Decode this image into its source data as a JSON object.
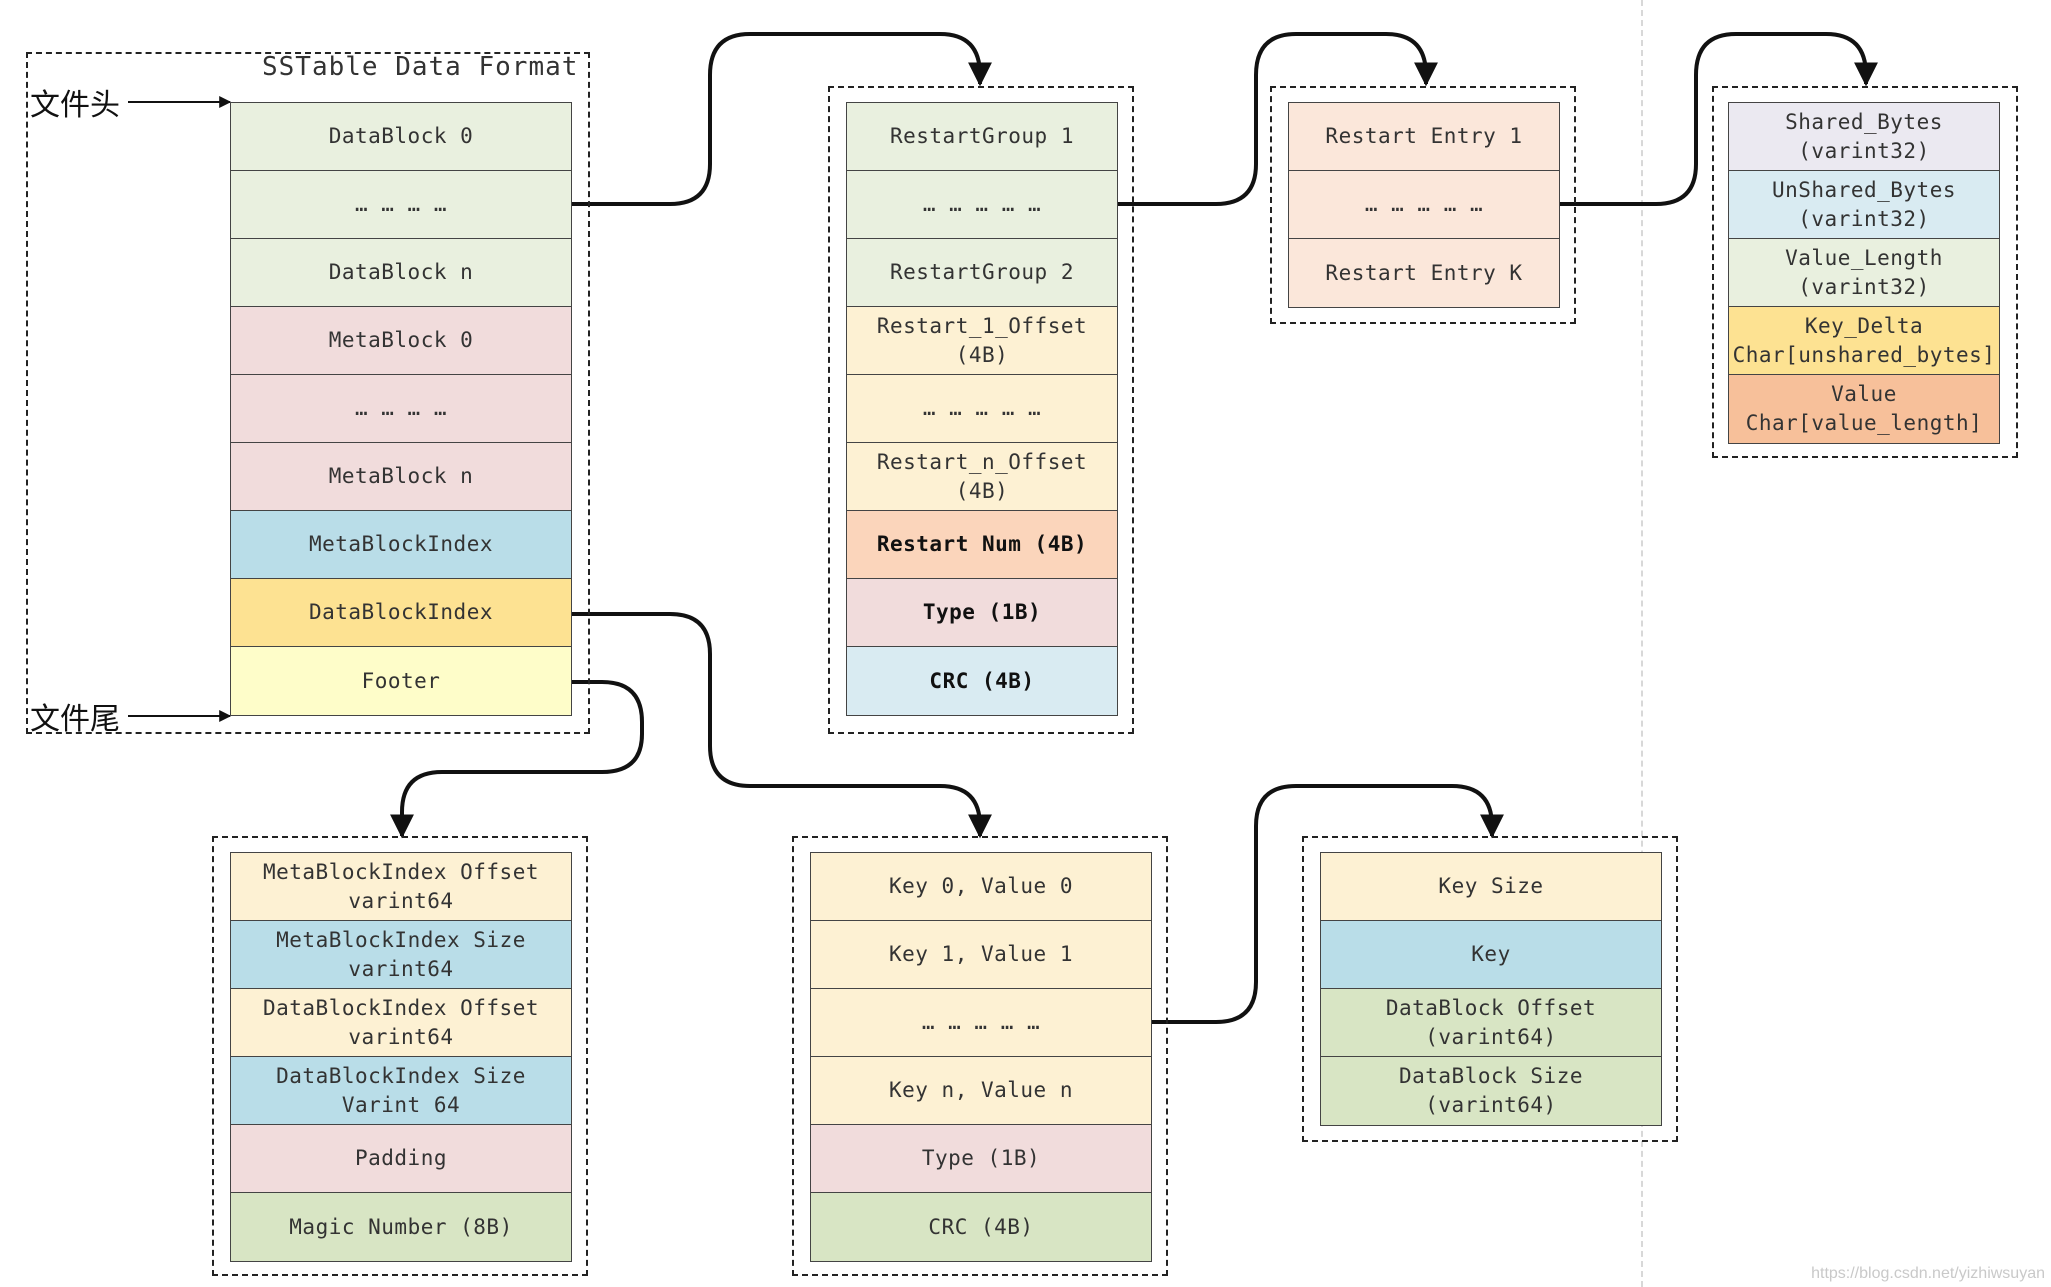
{
  "sstable": {
    "title": "SSTable Data Format",
    "file_head_label": "文件头",
    "file_tail_label": "文件尾",
    "blocks": [
      {
        "label": "DataBlock 0",
        "color": "#e9f0df"
      },
      {
        "label": "… … … …",
        "color": "#e9f0df"
      },
      {
        "label": "DataBlock n",
        "color": "#e9f0df"
      },
      {
        "label": "MetaBlock 0",
        "color": "#f1dcdc"
      },
      {
        "label": "… … … …",
        "color": "#f1dcdc"
      },
      {
        "label": "MetaBlock n",
        "color": "#f1dcdc"
      },
      {
        "label": "MetaBlockIndex",
        "color": "#b9dde8"
      },
      {
        "label": "DataBlockIndex",
        "color": "#fde292"
      },
      {
        "label": "Footer",
        "color": "#fefdc9"
      }
    ]
  },
  "data_block": {
    "rows": [
      {
        "label": "RestartGroup 1",
        "color": "#e9f0df"
      },
      {
        "label": "… … … … …",
        "color": "#e9f0df"
      },
      {
        "label": "RestartGroup 2",
        "color": "#e9f0df"
      },
      {
        "label": "Restart_1_Offset (4B)",
        "color": "#fdf1d3"
      },
      {
        "label": "… … … … …",
        "color": "#fdf1d3"
      },
      {
        "label": "Restart_n_Offset (4B)",
        "color": "#fdf1d3"
      },
      {
        "label": "Restart Num (4B)",
        "color": "#fbd5bb",
        "bold": true
      },
      {
        "label": "Type (1B)",
        "color": "#f1dcdc",
        "bold": true
      },
      {
        "label": "CRC (4B)",
        "color": "#d9ebf2",
        "bold": true
      }
    ]
  },
  "restart_group": {
    "rows": [
      {
        "label": "Restart Entry 1",
        "color": "#fbe7da"
      },
      {
        "label": "… … … … …",
        "color": "#fbe7da"
      },
      {
        "label": "Restart Entry K",
        "color": "#fbe7da"
      }
    ]
  },
  "restart_entry": {
    "rows": [
      {
        "label": "Shared_Bytes\n(varint32)",
        "color": "#ebe9f1"
      },
      {
        "label": "UnShared_Bytes\n(varint32)",
        "color": "#d9ebf2"
      },
      {
        "label": "Value_Length\n(varint32)",
        "color": "#e9f0df"
      },
      {
        "label": "Key_Delta\nChar[unshared_bytes]",
        "color": "#fde292"
      },
      {
        "label": "Value\nChar[value_length]",
        "color": "#f7c09a"
      }
    ]
  },
  "footer": {
    "rows": [
      {
        "label": "MetaBlockIndex Offset\nvarint64",
        "color": "#fdf1d3"
      },
      {
        "label": "MetaBlockIndex Size\nvarint64",
        "color": "#b9dde8"
      },
      {
        "label": "DataBlockIndex Offset\nvarint64",
        "color": "#fdf1d3"
      },
      {
        "label": "DataBlockIndex Size\nVarint 64",
        "color": "#b9dde8"
      },
      {
        "label": "Padding",
        "color": "#f1dcdc"
      },
      {
        "label": "Magic Number (8B)",
        "color": "#d8e5c4"
      }
    ]
  },
  "data_block_index": {
    "rows": [
      {
        "label": "Key 0, Value 0",
        "color": "#fdf1d3"
      },
      {
        "label": "Key 1, Value 1",
        "color": "#fdf1d3"
      },
      {
        "label": "… … … … …",
        "color": "#fdf1d3"
      },
      {
        "label": "Key n, Value n",
        "color": "#fdf1d3"
      },
      {
        "label": "Type (1B)",
        "color": "#f1dcdc"
      },
      {
        "label": "CRC (4B)",
        "color": "#d8e5c4"
      }
    ]
  },
  "index_entry": {
    "rows": [
      {
        "label": "Key Size",
        "color": "#fdf1d3"
      },
      {
        "label": "Key",
        "color": "#b9dde8"
      },
      {
        "label": "DataBlock Offset\n(varint64)",
        "color": "#d8e5c4"
      },
      {
        "label": "DataBlock Size\n(varint64)",
        "color": "#d8e5c4"
      }
    ]
  },
  "watermark": "https://blog.csdn.net/yizhiwsuyan"
}
